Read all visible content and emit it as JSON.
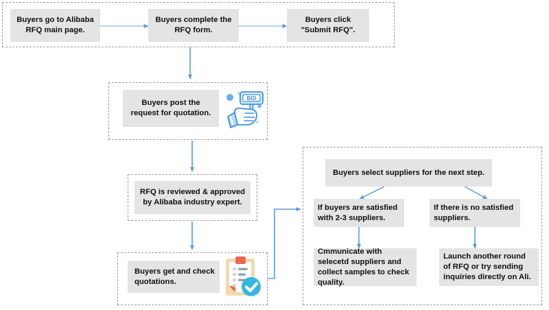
{
  "diagram": {
    "title": "Alibaba RFQ process flowchart",
    "accent_color": "#5b9bd5",
    "node_fill": "#e4e4e4",
    "group_border_color": "#9a9a9a",
    "text_color": "#0f0f0f"
  },
  "stage1": {
    "nodes": [
      {
        "label": "Buyers go to Alibaba RFQ main page."
      },
      {
        "label": "Buyers complete the RFQ form."
      },
      {
        "label": "Buyers click \"Submit RFQ\"."
      }
    ]
  },
  "stage2": {
    "node": {
      "label": "Buyers post  the request for quotation."
    },
    "icon": {
      "name": "bid-paddle-hand-icon",
      "text": "BID"
    }
  },
  "stage3": {
    "node": {
      "label": "RFQ is reviewed & approved by Alibaba industry expert."
    }
  },
  "stage4": {
    "node": {
      "label": "Buyers get and check quotations."
    },
    "icon": {
      "name": "clipboard-check-icon"
    }
  },
  "stage5": {
    "header": {
      "label": "Buyers select suppliers for the next step."
    },
    "branches": [
      {
        "condition": "If buyers are satisfied with 2-3 suppliers.",
        "action": "Cmmunicate with selecetd suppliers and collect samples to check quality."
      },
      {
        "condition": "If there is no satisfied suppliers.",
        "action": "Launch another round of RFQ or try sending inquiries directly on Ali."
      }
    ]
  }
}
